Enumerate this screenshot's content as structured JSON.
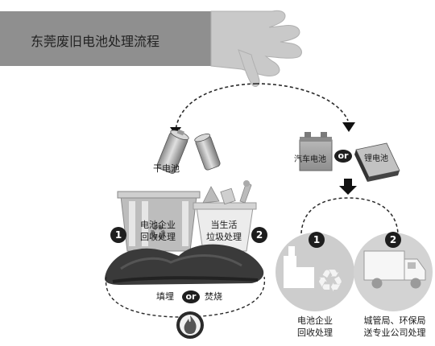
{
  "title": "东莞废旧电池处理流程",
  "left_branch": {
    "battery_label": "干电池",
    "option1": {
      "number": "1",
      "lines": [
        "电池企业",
        "回收处理"
      ]
    },
    "option2": {
      "number": "2",
      "lines": [
        "当生活",
        "垃圾处理"
      ]
    },
    "disposal": {
      "left": "填埋",
      "or": "or",
      "right": "焚烧"
    }
  },
  "right_branch": {
    "car_battery_label": "汽车电池",
    "or": "or",
    "lithium_battery_label": "锂电池",
    "option1": {
      "number": "1",
      "lines": [
        "电池企业",
        "回收处理"
      ]
    },
    "option2": {
      "number": "2",
      "lines": [
        "城管局、环保局",
        "送专业公司处理"
      ]
    }
  },
  "icons": [
    "hand-icon",
    "dry-battery-icon",
    "recycle-bin-icon",
    "trash-bin-icon",
    "garbage-pile-icon",
    "fire-icon",
    "car-battery-icon",
    "lithium-battery-icon",
    "factory-icon",
    "recycle-icon",
    "truck-icon"
  ]
}
